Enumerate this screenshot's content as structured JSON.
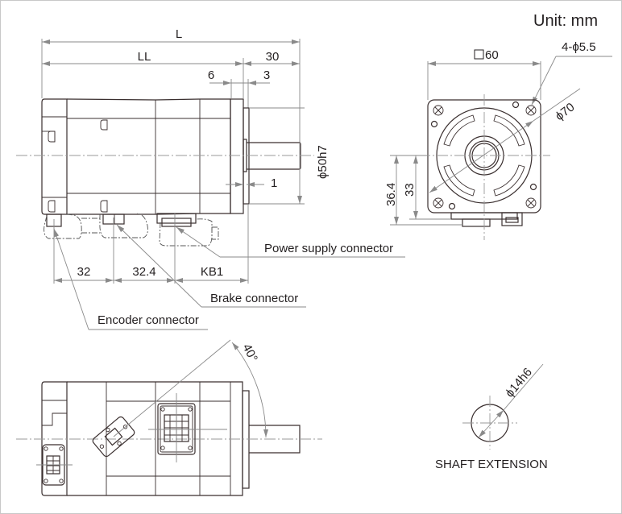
{
  "drawing": {
    "unit_label": "Unit: mm",
    "side_view": {
      "dim_L": "L",
      "dim_LL": "LL",
      "dim_shaft_length": "30",
      "dim_flange_thickness": "6",
      "dim_pilot_length": "3",
      "dim_pilot_gap": "1",
      "dim_pilot_diameter": "ϕ50h7",
      "dim_encoder_offset": "32",
      "dim_brake_offset": "32.4",
      "dim_power_offset": "KB1",
      "callouts": {
        "power": "Power supply connector",
        "brake": "Brake connector",
        "encoder": "Encoder connector"
      }
    },
    "front_view": {
      "dim_square": "60",
      "dim_holes": "4-ϕ5.5",
      "dim_pcd": "ϕ70",
      "dim_height_outer": "36.4",
      "dim_height_inner": "33"
    },
    "bottom_view": {
      "dim_angle": "40°"
    },
    "shaft_extension": {
      "dim_diameter": "ϕ14h6",
      "title": "SHAFT EXTENSION"
    }
  }
}
